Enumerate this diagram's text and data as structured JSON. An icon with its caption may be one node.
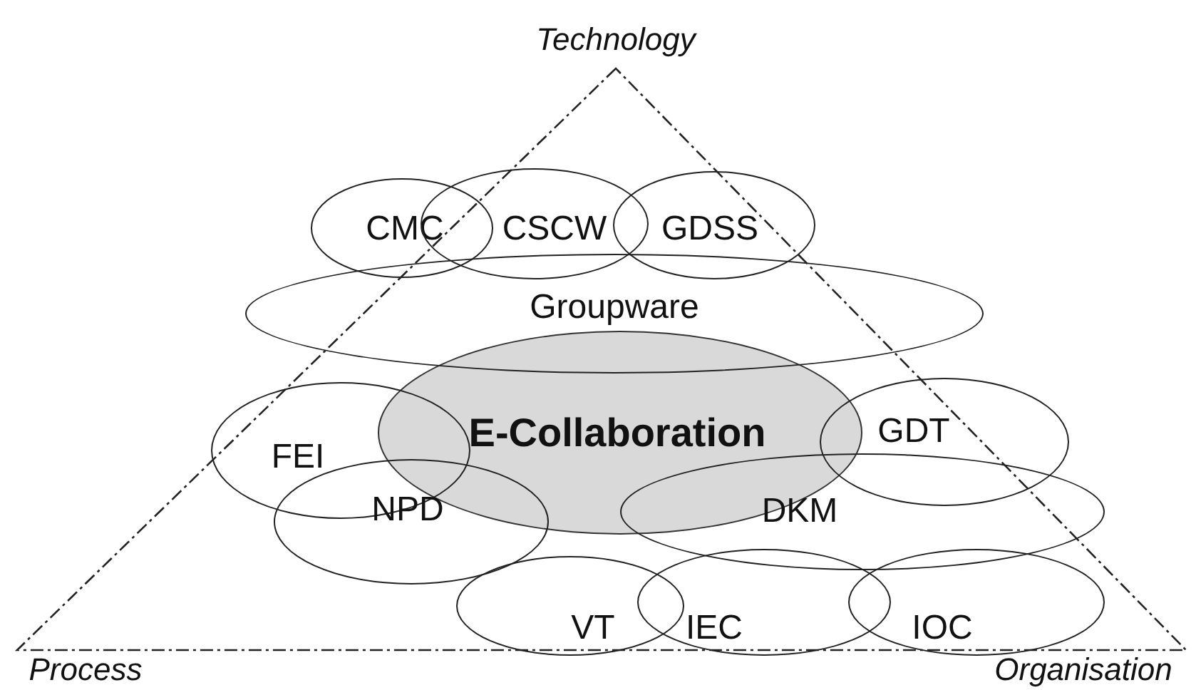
{
  "diagram": {
    "nodes": [
      {
        "text": [
          "CMC"
        ]
      },
      {
        "text": [
          "CSCW"
        ]
      },
      {
        "text": [
          "GDSS"
        ]
      },
      {
        "text": [
          "Groupware"
        ]
      },
      {
        "text": [
          "E-Collaboration"
        ]
      },
      {
        "text": [
          "FEI"
        ]
      },
      {
        "text": [
          "GDT"
        ]
      },
      {
        "text": [
          "NPD"
        ]
      },
      {
        "text": [
          "DKM"
        ]
      },
      {
        "text": [
          "VT"
        ]
      },
      {
        "text": [
          "IEC"
        ]
      },
      {
        "text": [
          "IOC"
        ]
      }
    ],
    "edges": [],
    "labels": [
      "Technology",
      "Process",
      "Organisation"
    ]
  }
}
